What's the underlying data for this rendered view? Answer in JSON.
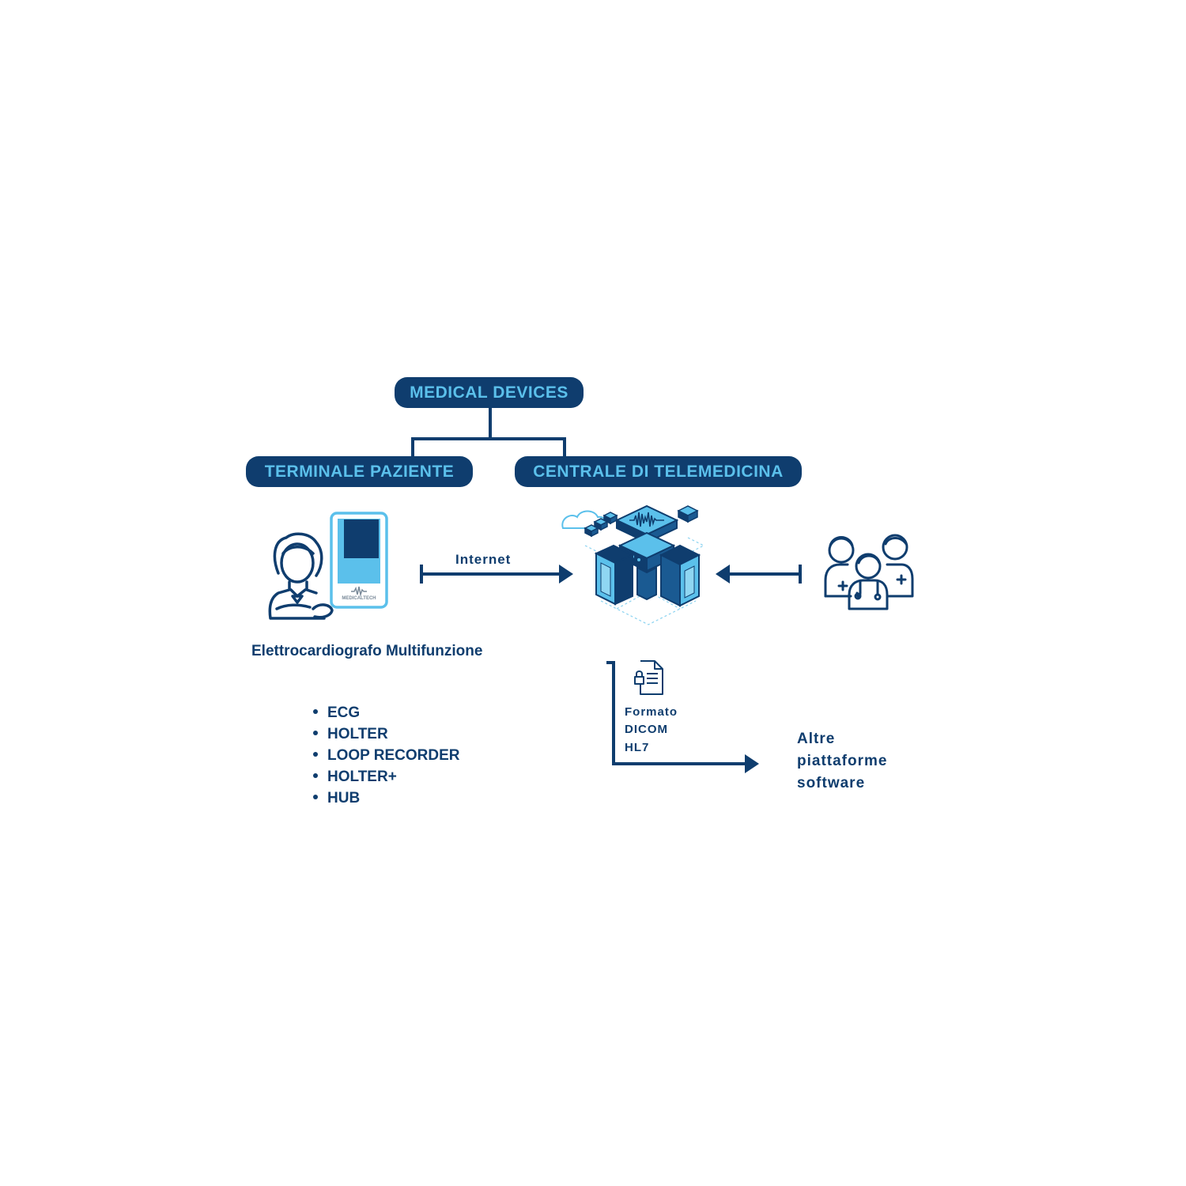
{
  "tree": {
    "root": "MEDICAL DEVICES",
    "left": "TERMINALE PAZIENTE",
    "right": "CENTRALE DI TELEMEDICINA"
  },
  "patient": {
    "device_brand": "MEDICALTECH",
    "device_caption": "Elettrocardiografo Multifunzione",
    "features": [
      "ECG",
      "HOLTER",
      "LOOP RECORDER",
      "HOLTER+",
      "HUB"
    ]
  },
  "link": {
    "internet_label": "Internet"
  },
  "export": {
    "format_label": "Formato",
    "formats": [
      "DICOM",
      "HL7"
    ],
    "destination_lines": [
      "Altre",
      "piattaforme",
      "software"
    ]
  },
  "colors": {
    "navy": "#0f3d6e",
    "accent": "#5bc0eb"
  },
  "icons": {
    "patient": "patient-with-tablet-icon",
    "server": "telemedicine-server-icon",
    "staff": "medical-staff-icon",
    "document": "locked-document-icon"
  }
}
